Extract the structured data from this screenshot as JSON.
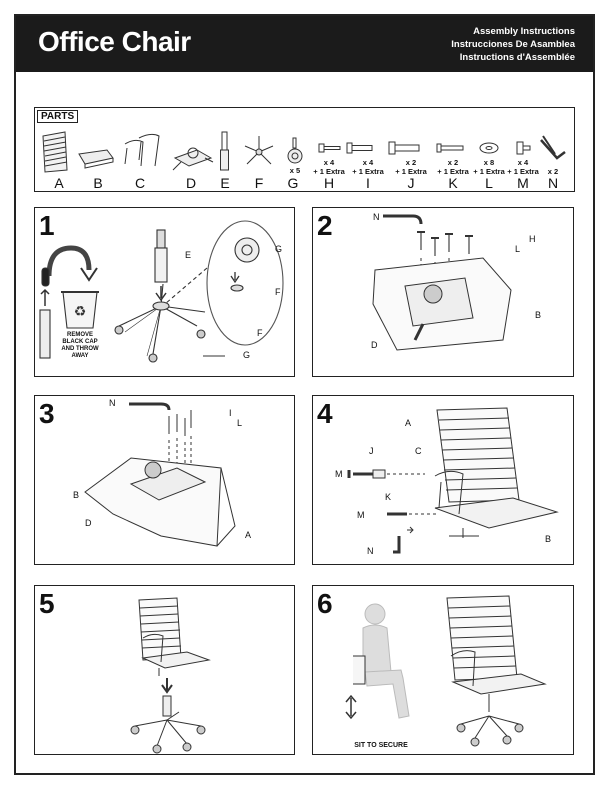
{
  "header": {
    "title": "Office Chair",
    "languages": [
      "Assembly Instructions",
      "Instrucciones De Asamblea",
      "Instructions d'Assemblée"
    ]
  },
  "parts": {
    "label": "PARTS",
    "items": [
      {
        "letter": "A",
        "qty": ""
      },
      {
        "letter": "B",
        "qty": ""
      },
      {
        "letter": "C",
        "qty": ""
      },
      {
        "letter": "D",
        "qty": ""
      },
      {
        "letter": "E",
        "qty": ""
      },
      {
        "letter": "F",
        "qty": ""
      },
      {
        "letter": "G",
        "qty": "x 5"
      },
      {
        "letter": "H",
        "qty": "x 4",
        "extra": "+ 1 Extra"
      },
      {
        "letter": "I",
        "qty": "x 4",
        "extra": "+ 1 Extra"
      },
      {
        "letter": "J",
        "qty": "x 2",
        "extra": "+ 1 Extra"
      },
      {
        "letter": "K",
        "qty": "x 2",
        "extra": "+ 1 Extra"
      },
      {
        "letter": "L",
        "qty": "x 8",
        "extra": "+ 1 Extra"
      },
      {
        "letter": "M",
        "qty": "x 4",
        "extra": "+ 1 Extra"
      },
      {
        "letter": "N",
        "qty": "x 2"
      }
    ]
  },
  "steps": [
    {
      "number": "1",
      "callouts": {
        "e": "E",
        "g1": "G",
        "f1": "F",
        "f2": "F",
        "g2": "G"
      },
      "note": [
        "REMOVE",
        "BLACK CAP",
        "AND THROW",
        "AWAY"
      ]
    },
    {
      "number": "2",
      "callouts": {
        "n": "N",
        "h": "H",
        "l": "L",
        "b": "B",
        "d": "D"
      }
    },
    {
      "number": "3",
      "callouts": {
        "n": "N",
        "i": "I",
        "l": "L",
        "b": "B",
        "d": "D",
        "a": "A"
      }
    },
    {
      "number": "4",
      "callouts": {
        "a": "A",
        "j": "J",
        "c": "C",
        "m1": "M",
        "k": "K",
        "m2": "M",
        "b": "B",
        "n": "N"
      }
    },
    {
      "number": "5"
    },
    {
      "number": "6",
      "note": "SIT TO SECURE"
    }
  ]
}
